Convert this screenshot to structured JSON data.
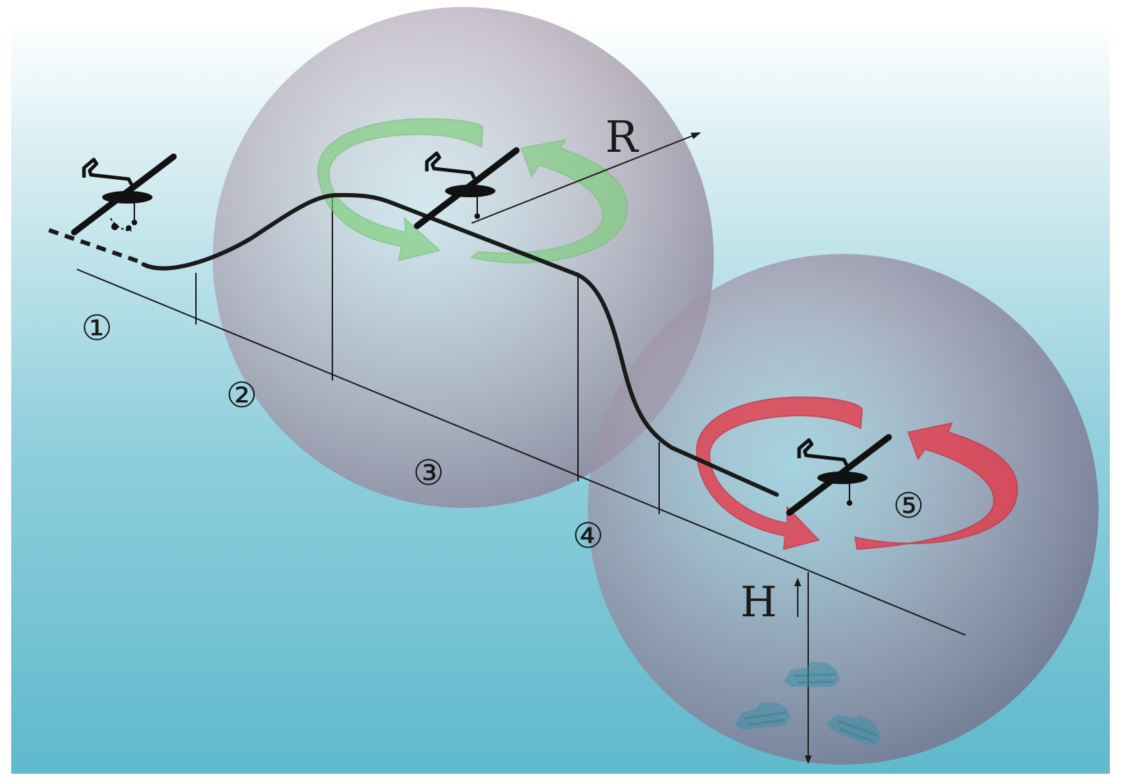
{
  "diagram": {
    "stage_labels": [
      "①",
      "②",
      "③",
      "④",
      "⑤"
    ],
    "radius_label": "R",
    "height_label": "H",
    "colors": {
      "background_top": "#ffffff",
      "background_bottom": "#5fb9cc",
      "sphere": "#a89aa8",
      "trajectory": "#1a1a1a",
      "loiter_arrow_green": "#7ccf7a",
      "loiter_arrow_red": "#e53a4a",
      "ground_vehicle": "#3b8fa6"
    },
    "icons": [
      "uav-icon",
      "ground-vehicle-icon"
    ]
  }
}
